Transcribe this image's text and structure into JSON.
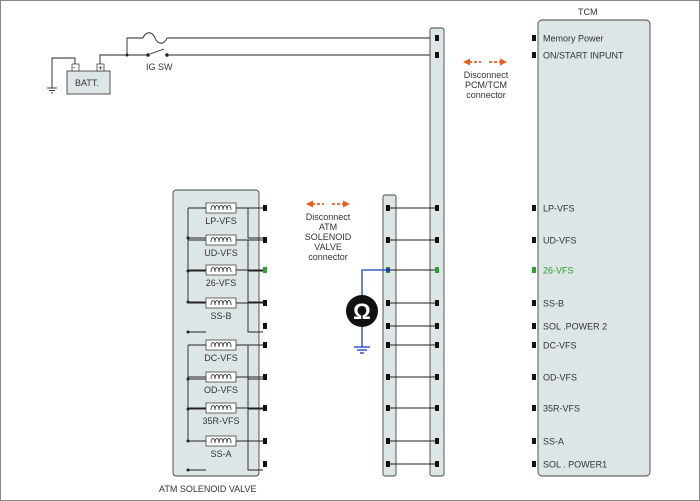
{
  "title": "",
  "battery": {
    "label": "BATT.",
    "plus": "+",
    "minus": "-"
  },
  "ignition": {
    "label": "IG SW"
  },
  "tcm": {
    "title": "TCM",
    "pins": [
      {
        "label": "Memory Power",
        "highlight": false
      },
      {
        "label": "ON/START  INPUNT",
        "highlight": false
      },
      {
        "label": "LP-VFS",
        "highlight": false
      },
      {
        "label": "UD-VFS",
        "highlight": false
      },
      {
        "label": "26-VFS",
        "highlight": true
      },
      {
        "label": "SS-B",
        "highlight": false
      },
      {
        "label": "SOL .POWER 2",
        "highlight": false
      },
      {
        "label": "DC-VFS",
        "highlight": false
      },
      {
        "label": "OD-VFS",
        "highlight": false
      },
      {
        "label": "35R-VFS",
        "highlight": false
      },
      {
        "label": "SS-A",
        "highlight": false
      },
      {
        "label": "SOL . POWER1",
        "highlight": false
      }
    ]
  },
  "pcm_connector": {
    "lines": [
      "Disconnect",
      "PCM/TCM",
      "connector"
    ]
  },
  "solenoid_connector": {
    "lines": [
      "Disconnect",
      "ATM",
      "SOLENOID",
      "VALVE",
      "connector"
    ]
  },
  "solenoid_valve": {
    "label": "ATM SOLENOID VALVE",
    "coils": [
      "LP-VFS",
      "UD-VFS",
      "26-VFS",
      "SS-B",
      "DC-VFS",
      "OD-VFS",
      "35R-VFS",
      "SS-A"
    ]
  },
  "meter": {
    "symbol": "Ω"
  },
  "colors": {
    "highlight": "#2e9e2e",
    "probe_wire": "#1a3fbf",
    "arrow": "#e8601c",
    "panel": "#dde6e6"
  }
}
